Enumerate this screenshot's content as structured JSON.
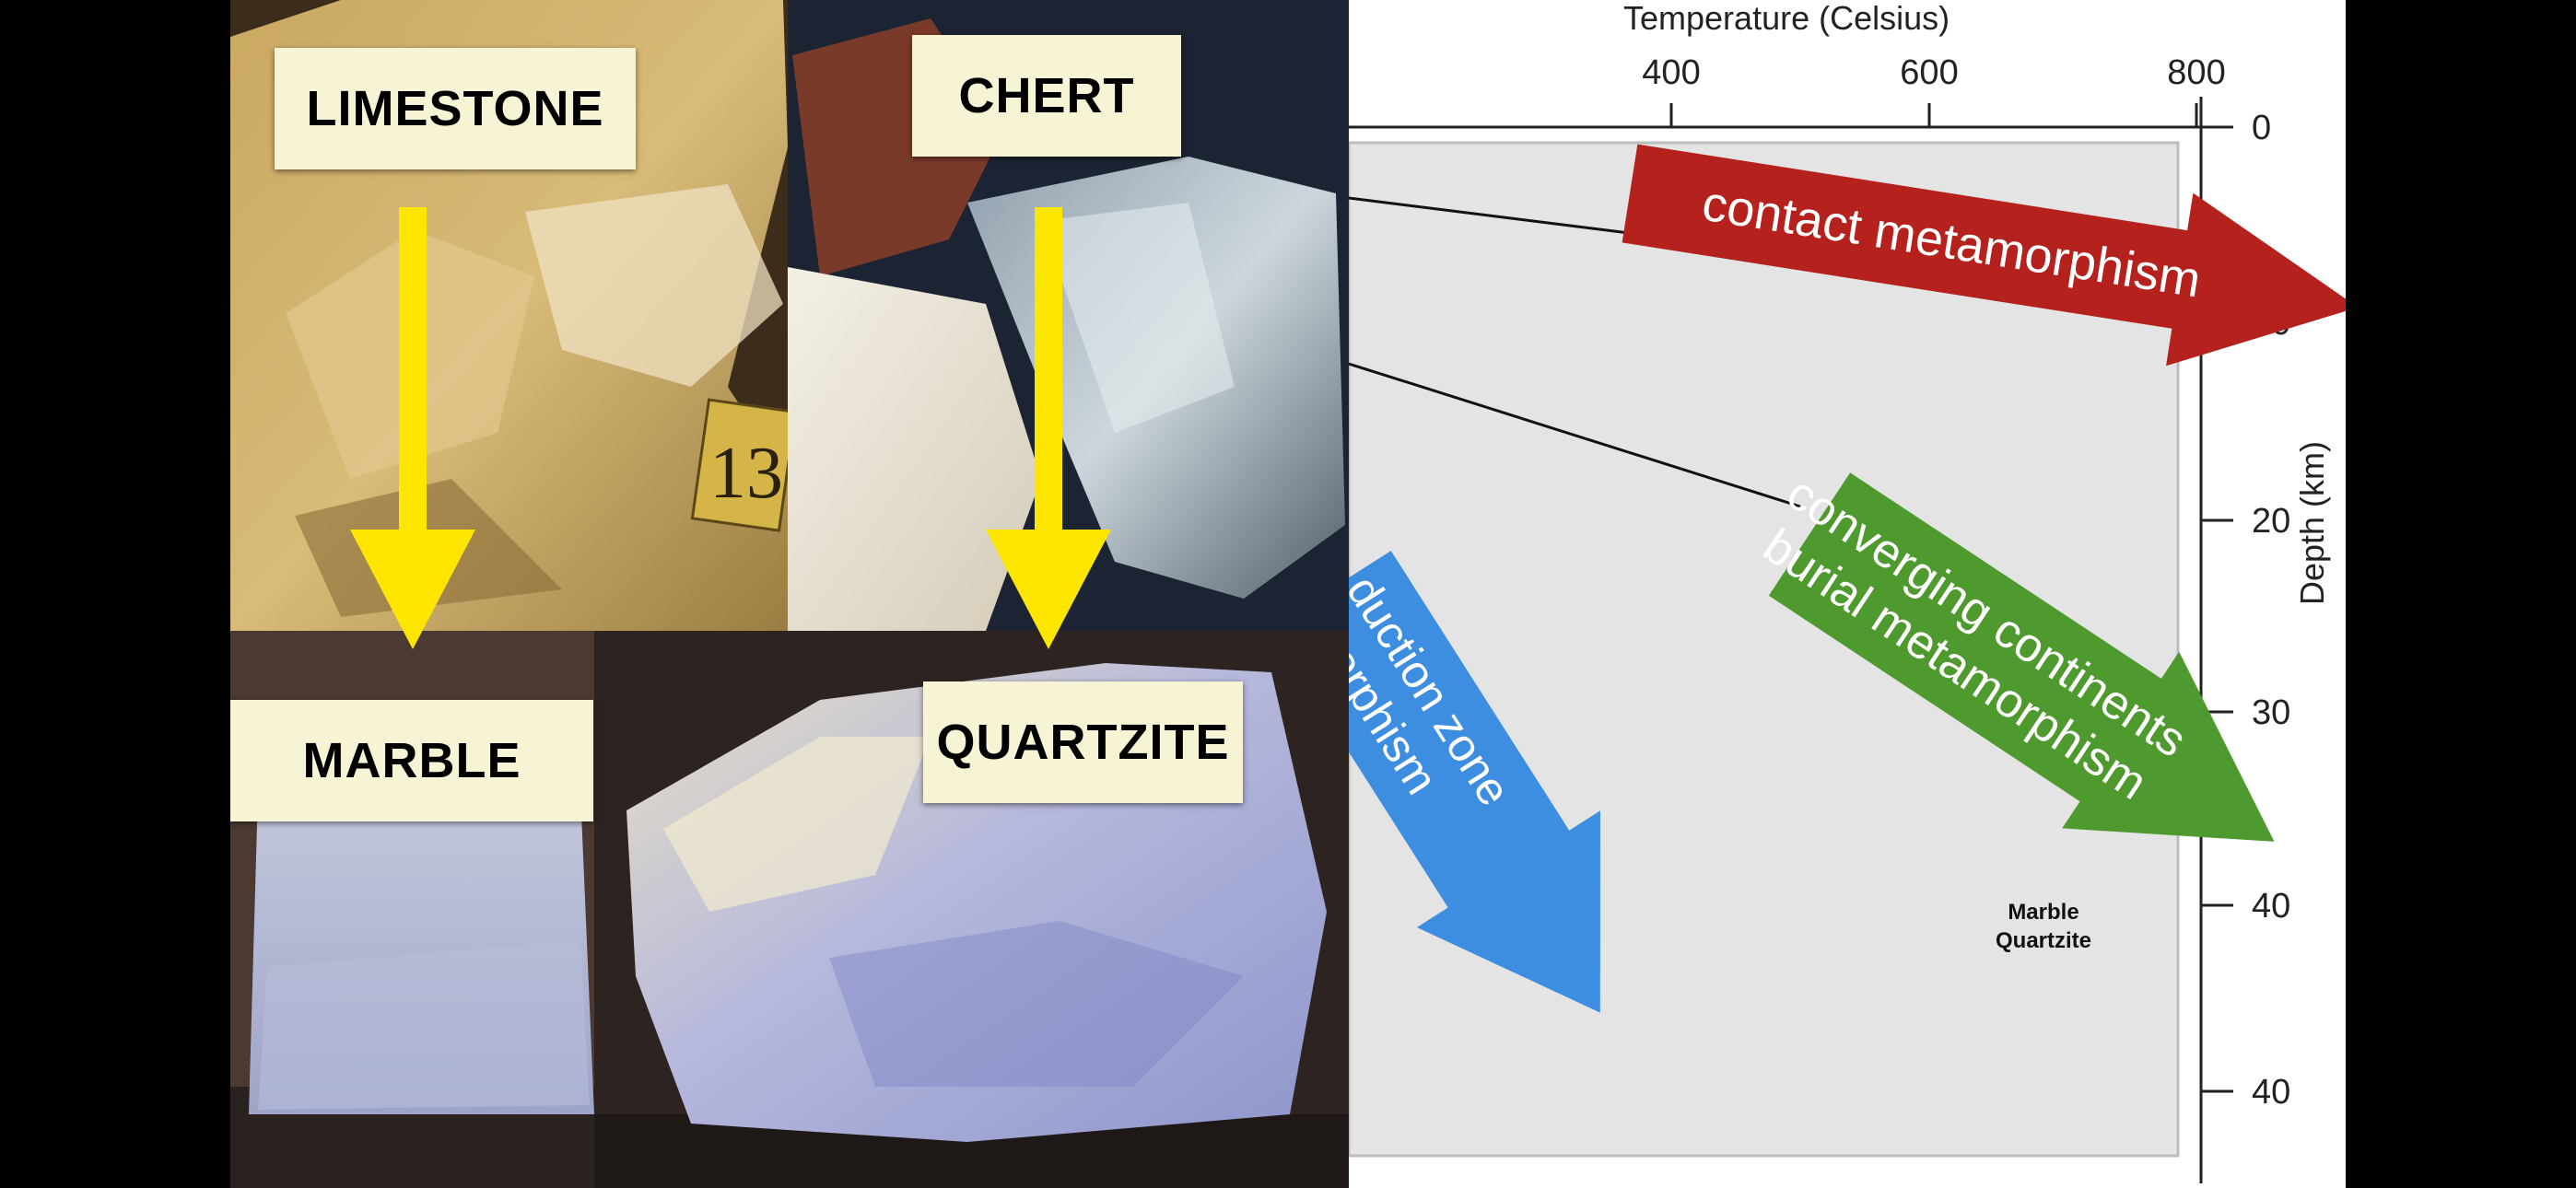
{
  "photos": {
    "labels": {
      "limestone": "LIMESTONE",
      "chert": "CHERT",
      "marble": "MARBLE",
      "quartzite": "QUARTZITE",
      "specimen_number": "13"
    }
  },
  "diagram": {
    "top_axis_title": "Temperature (Celsius)",
    "temperature_ticks": [
      "400",
      "600",
      "800"
    ],
    "depth_axis_title": "Depth (km)",
    "depth_ticks": [
      "0",
      "10",
      "20",
      "30",
      "40",
      "40"
    ],
    "arrows": {
      "contact": "contact metamorphism",
      "converging_line1": "converging continents",
      "converging_line2": "burial metamorphism",
      "subduction_line1": "duction zone",
      "subduction_line2": "orphism"
    },
    "rock_labels": [
      "Marble",
      "Quartzite"
    ],
    "colors": {
      "contact_arrow": "#b5221d",
      "converging_arrow": "#4f9a2e",
      "subduction_arrow": "#3d8ee0",
      "label_background": "#f7f4d6",
      "guide_arrow": "#ffe600"
    }
  }
}
